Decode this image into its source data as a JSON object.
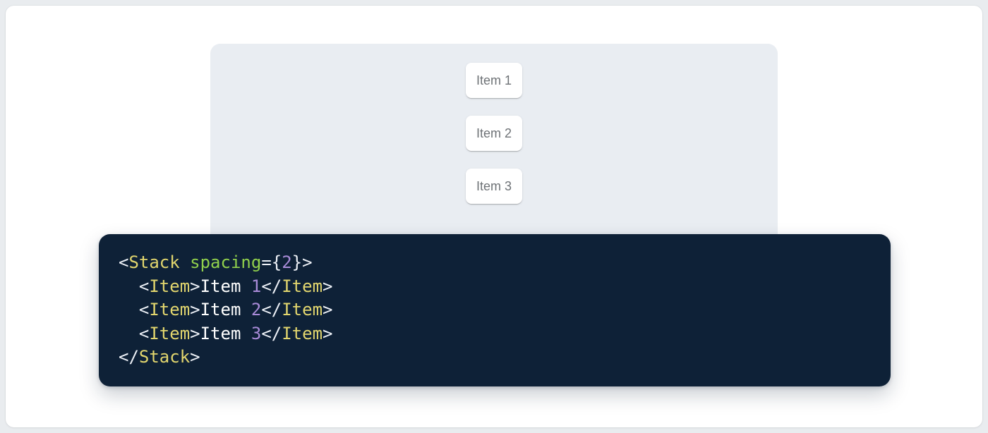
{
  "page": {
    "bg": "#e9ecef",
    "card_bg": "#ffffff"
  },
  "demo": {
    "panel_bg": "#e9edf2",
    "items": [
      {
        "label": "Item 1"
      },
      {
        "label": "Item 2"
      },
      {
        "label": "Item 3"
      }
    ]
  },
  "code": {
    "bg": "#0e2137",
    "colors": {
      "tag": "#e2d66e",
      "attr": "#90d04c",
      "punct": "#edf1f7",
      "number": "#a98bd8",
      "text": "#ffffff"
    },
    "lines": [
      [
        [
          "<",
          "punct"
        ],
        [
          "Stack",
          "tag"
        ],
        [
          " ",
          "text"
        ],
        [
          "spacing",
          "attr"
        ],
        [
          "=",
          "punct"
        ],
        [
          "{",
          "punct"
        ],
        [
          "2",
          "number"
        ],
        [
          "}",
          "punct"
        ],
        [
          ">",
          "punct"
        ]
      ],
      [
        [
          "  ",
          "text"
        ],
        [
          "<",
          "punct"
        ],
        [
          "Item",
          "tag"
        ],
        [
          ">",
          "punct"
        ],
        [
          "Item ",
          "text"
        ],
        [
          "1",
          "number"
        ],
        [
          "</",
          "punct"
        ],
        [
          "Item",
          "tag"
        ],
        [
          ">",
          "punct"
        ]
      ],
      [
        [
          "  ",
          "text"
        ],
        [
          "<",
          "punct"
        ],
        [
          "Item",
          "tag"
        ],
        [
          ">",
          "punct"
        ],
        [
          "Item ",
          "text"
        ],
        [
          "2",
          "number"
        ],
        [
          "</",
          "punct"
        ],
        [
          "Item",
          "tag"
        ],
        [
          ">",
          "punct"
        ]
      ],
      [
        [
          "  ",
          "text"
        ],
        [
          "<",
          "punct"
        ],
        [
          "Item",
          "tag"
        ],
        [
          ">",
          "punct"
        ],
        [
          "Item ",
          "text"
        ],
        [
          "3",
          "number"
        ],
        [
          "</",
          "punct"
        ],
        [
          "Item",
          "tag"
        ],
        [
          ">",
          "punct"
        ]
      ],
      [
        [
          "</",
          "punct"
        ],
        [
          "Stack",
          "tag"
        ],
        [
          ">",
          "punct"
        ]
      ]
    ]
  }
}
